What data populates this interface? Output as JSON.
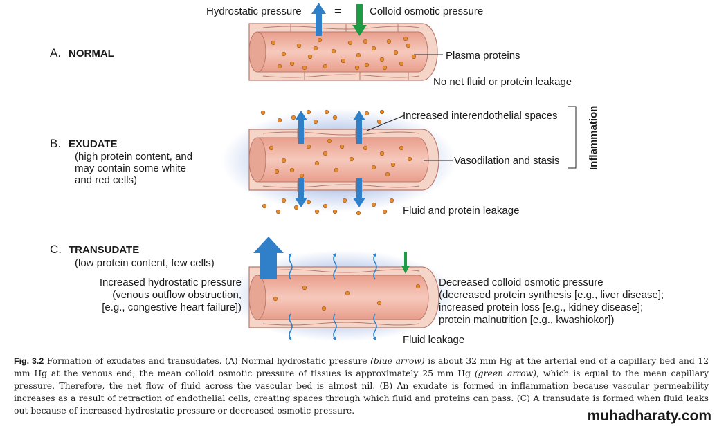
{
  "section_a": {
    "letter": "A.",
    "title": "NORMAL",
    "hydrostatic_label": "Hydrostatic pressure",
    "equals": "=",
    "colloid_label": "Colloid osmotic pressure",
    "proteins_label": "Plasma proteins",
    "no_leak_label": "No net fluid or protein leakage"
  },
  "section_b": {
    "letter": "B.",
    "title": "EXUDATE",
    "desc": [
      "(high protein content, and",
      "may contain some white",
      "and red cells)"
    ],
    "spaces_label": "Increased interendothelial spaces",
    "vasodilation_label": "Vasodilation and stasis",
    "inflammation_label": "Inflammation",
    "leakage_label": "Fluid and protein leakage"
  },
  "section_c": {
    "letter": "C.",
    "title": "TRANSUDATE",
    "desc": "(low protein content, few cells)",
    "left_label": [
      "Increased hydrostatic pressure",
      "(venous outflow obstruction,",
      "[e.g., congestive heart failure])"
    ],
    "right_label": [
      "Decreased colloid osmotic pressure",
      "(decreased protein synthesis [e.g., liver disease];",
      "increased protein loss [e.g., kidney disease];",
      "protein malnutrition [e.g., kwashiokor])"
    ],
    "leakage_label": "Fluid leakage"
  },
  "caption": {
    "fig_label": "Fig. 3.2",
    "p1": " Formation of exudates and transudates. (A) Normal hydrostatic pressure ",
    "blue_arrow": "(blue arrow)",
    "p2": " is about 32 mm Hg at the arterial end of a capillary bed and 12 mm Hg at the venous end; the mean colloid osmotic pressure of tissues is approximately 25 mm Hg ",
    "green_arrow": "(green arrow)",
    "p3": ", which is equal to the mean capillary pressure. Therefore, the net flow of fluid across the vascular bed is almost nil. (B) An exudate is formed in inflammation because vascular permeability increases as a result of retraction of endothelial cells, creating spaces through which fluid and proteins can pass. (C) A transudate is formed when fluid leaks out because of increased hydrostatic pressure or decreased osmotic pressure."
  },
  "watermark": "muhadharaty.com",
  "colors": {
    "vessel_lumen": "#f1b7a7",
    "vessel_wall": "#f6d5c9",
    "vessel_outline": "#b9796c",
    "protein": "#e98a2d",
    "blue_arrow": "#2f80c8",
    "green_arrow": "#1e9b45",
    "halo": "#b9c9eb"
  }
}
